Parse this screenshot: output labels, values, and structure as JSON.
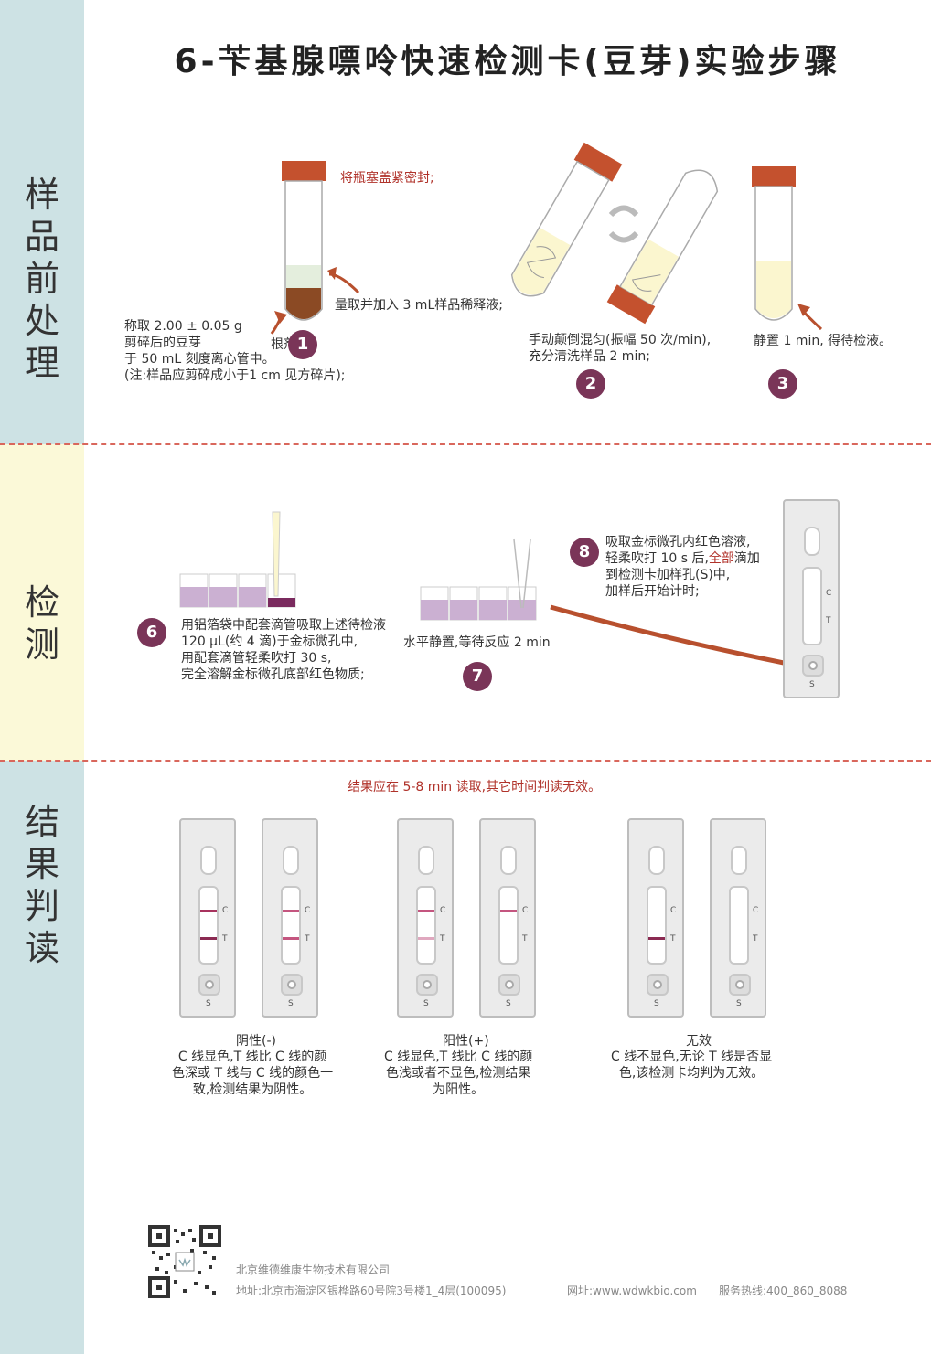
{
  "title": "6-苄基腺嘌呤快速检测卡(豆芽)实验步骤",
  "sections": {
    "prep": "样品前处理",
    "detect": "检测",
    "result": "结果判读"
  },
  "steps": {
    "s1_seal": "将瓶塞盖紧密封;",
    "s1_diluent": "量取并加入 3 mL样品稀释液;",
    "s1_weigh": "称取 2.00 ± 0.05 g\n剪碎后的豆芽\n于 50 mL 刻度离心管中。\n(注:样品应剪碎成小于1 cm 见方碎片);",
    "s1_partial": "根剂",
    "s2": "手动颠倒混匀(振幅 50 次/min),\n充分清洗样品 2 min;",
    "s3": "静置 1 min, 得待检液。",
    "s6": "用铝箔袋中配套滴管吸取上述待检液\n120 µL(约 4 滴)于金标微孔中,\n用配套滴管轻柔吹打 30 s,\n完全溶解金标微孔底部红色物质;",
    "s7": "水平静置,等待反应 2 min",
    "s8_a": "吸取金标微孔内红色溶液,\n轻柔吹打 10 s 后,",
    "s8_red": "全部",
    "s8_b": "滴加\n到检测卡加样孔(S)中,\n加样后开始计时;"
  },
  "numbers": [
    "1",
    "2",
    "3",
    "6",
    "7",
    "8"
  ],
  "card_labels": {
    "c": "C",
    "t": "T",
    "s": "S"
  },
  "result_note": "结果应在 5-8 min 读取,其它时间判读无效。",
  "results": [
    {
      "name": "阴性(-)",
      "desc": "C 线显色,T 线比 C 线的颜\n色深或 T 线与 C 线的颜色一\n致,检测结果为阴性。"
    },
    {
      "name": "阳性(+)",
      "desc": "C 线显色,T 线比 C 线的颜\n色浅或者不显色,检测结果\n为阳性。"
    },
    {
      "name": "无效",
      "desc": "C 线不显色,无论 T 线是否显\n色,该检测卡均判为无效。"
    }
  ],
  "footer": {
    "company": "北京维德维康生物技术有限公司",
    "address": "地址:北京市海淀区银桦路60号院3号楼1_4层(100095)",
    "website": "网址:www.wdwkbio.com",
    "hotline": "服务热线:400_860_8088"
  },
  "colors": {
    "accent_purple": "#7a3558",
    "cap_orange": "#c4512e",
    "test_line": "#a8335e",
    "divider": "#d9675c"
  }
}
